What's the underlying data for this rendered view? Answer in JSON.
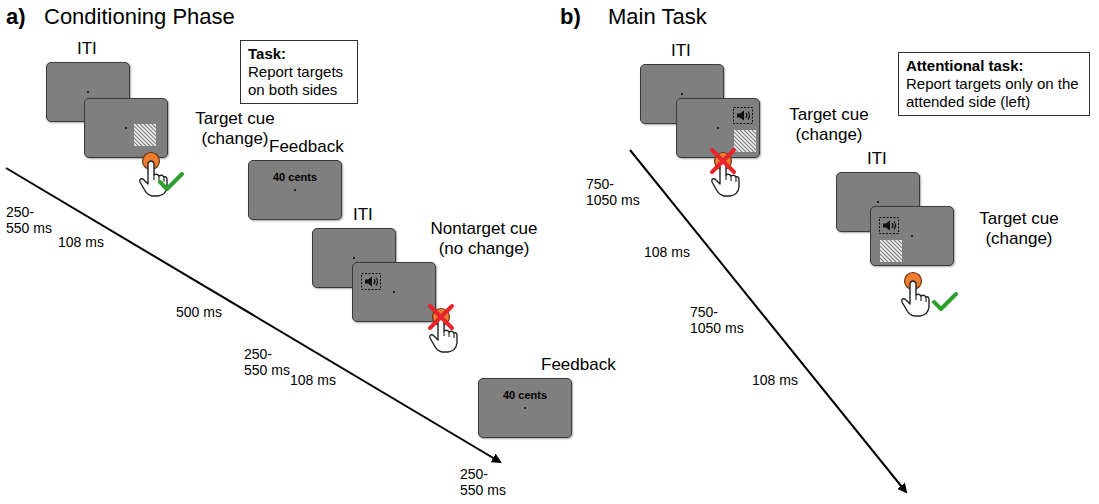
{
  "diagram": {
    "nodes": [
      {
        "text": [
          "Task:",
          "Report targets on both sides"
        ]
      },
      {
        "text": [
          "ITI"
        ]
      },
      {
        "text": [
          "Target cue (change)"
        ]
      },
      {
        "text": [
          "Feedback",
          "40 cents"
        ]
      },
      {
        "text": [
          "ITI"
        ]
      },
      {
        "text": [
          "Nontarget cue (no change)"
        ]
      },
      {
        "text": [
          "Feedback",
          "40 cents"
        ]
      },
      {
        "text": [
          "Attentional task:",
          "Report targets only on the attended side (left)"
        ]
      },
      {
        "text": [
          "ITI"
        ]
      },
      {
        "text": [
          "Target cue (change)"
        ]
      },
      {
        "text": [
          "ITI"
        ]
      },
      {
        "text": [
          "Target cue (change)"
        ]
      }
    ],
    "labels": [
      "a)",
      "Conditioning Phase",
      "250- 550 ms",
      "108 ms",
      "500 ms",
      "250- 550 ms",
      "108 ms",
      "250- 550 ms",
      "b)",
      "Main Task",
      "750- 1050 ms",
      "108 ms",
      "750- 1050 ms",
      "108 ms"
    ]
  }
}
